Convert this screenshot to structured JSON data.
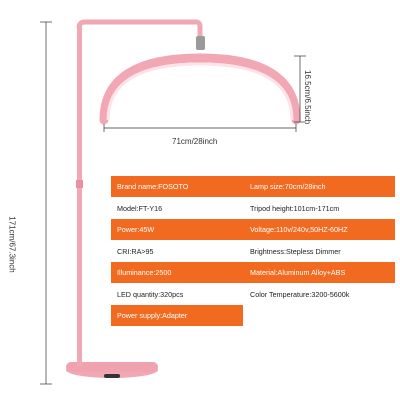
{
  "dimensions": {
    "arc_width": "71cm/28inch",
    "arc_height": "16.5cm/6.5inch",
    "total_height": "171cm/67.3inch"
  },
  "specs": [
    {
      "left": "Brand name:FOSOTO",
      "right": "Lamp size:70cm/28inch",
      "style": "band"
    },
    {
      "left": "Model:FT-Y16",
      "right": "Tripod height:101cm-171cm",
      "style": "plain"
    },
    {
      "left": "Power:45W",
      "right": "Voltage:110v/240v,50HZ-60HZ",
      "style": "band"
    },
    {
      "left": "CRI:RA>95",
      "right": "Brightness:Stepless Dimmer",
      "style": "plain"
    },
    {
      "left": "Illuminance:2500",
      "right": "Material:Aluminum Alloy+ABS",
      "style": "band"
    },
    {
      "left": "LED quantity:320pcs",
      "right": "Color Temperature:3200-5600k",
      "style": "plain"
    },
    {
      "left": "Power supply:Adapter",
      "right": "",
      "style": "band-short"
    }
  ],
  "colors": {
    "band": "#f26a20",
    "lamp_pink": "#f2a8b4",
    "dimension_line": "#333333"
  }
}
